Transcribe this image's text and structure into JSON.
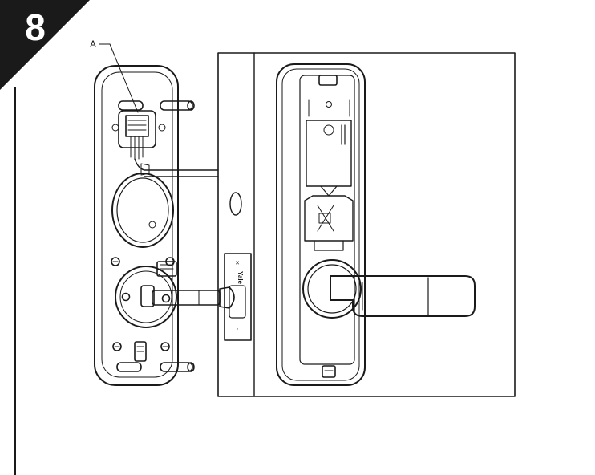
{
  "step": {
    "number": "8"
  },
  "callouts": {
    "a": "A"
  },
  "strike_plate": {
    "brand": "Yale"
  },
  "colors": {
    "ink": "#1a1a1a",
    "badge": "#1a1a1a",
    "background": "#ffffff"
  }
}
